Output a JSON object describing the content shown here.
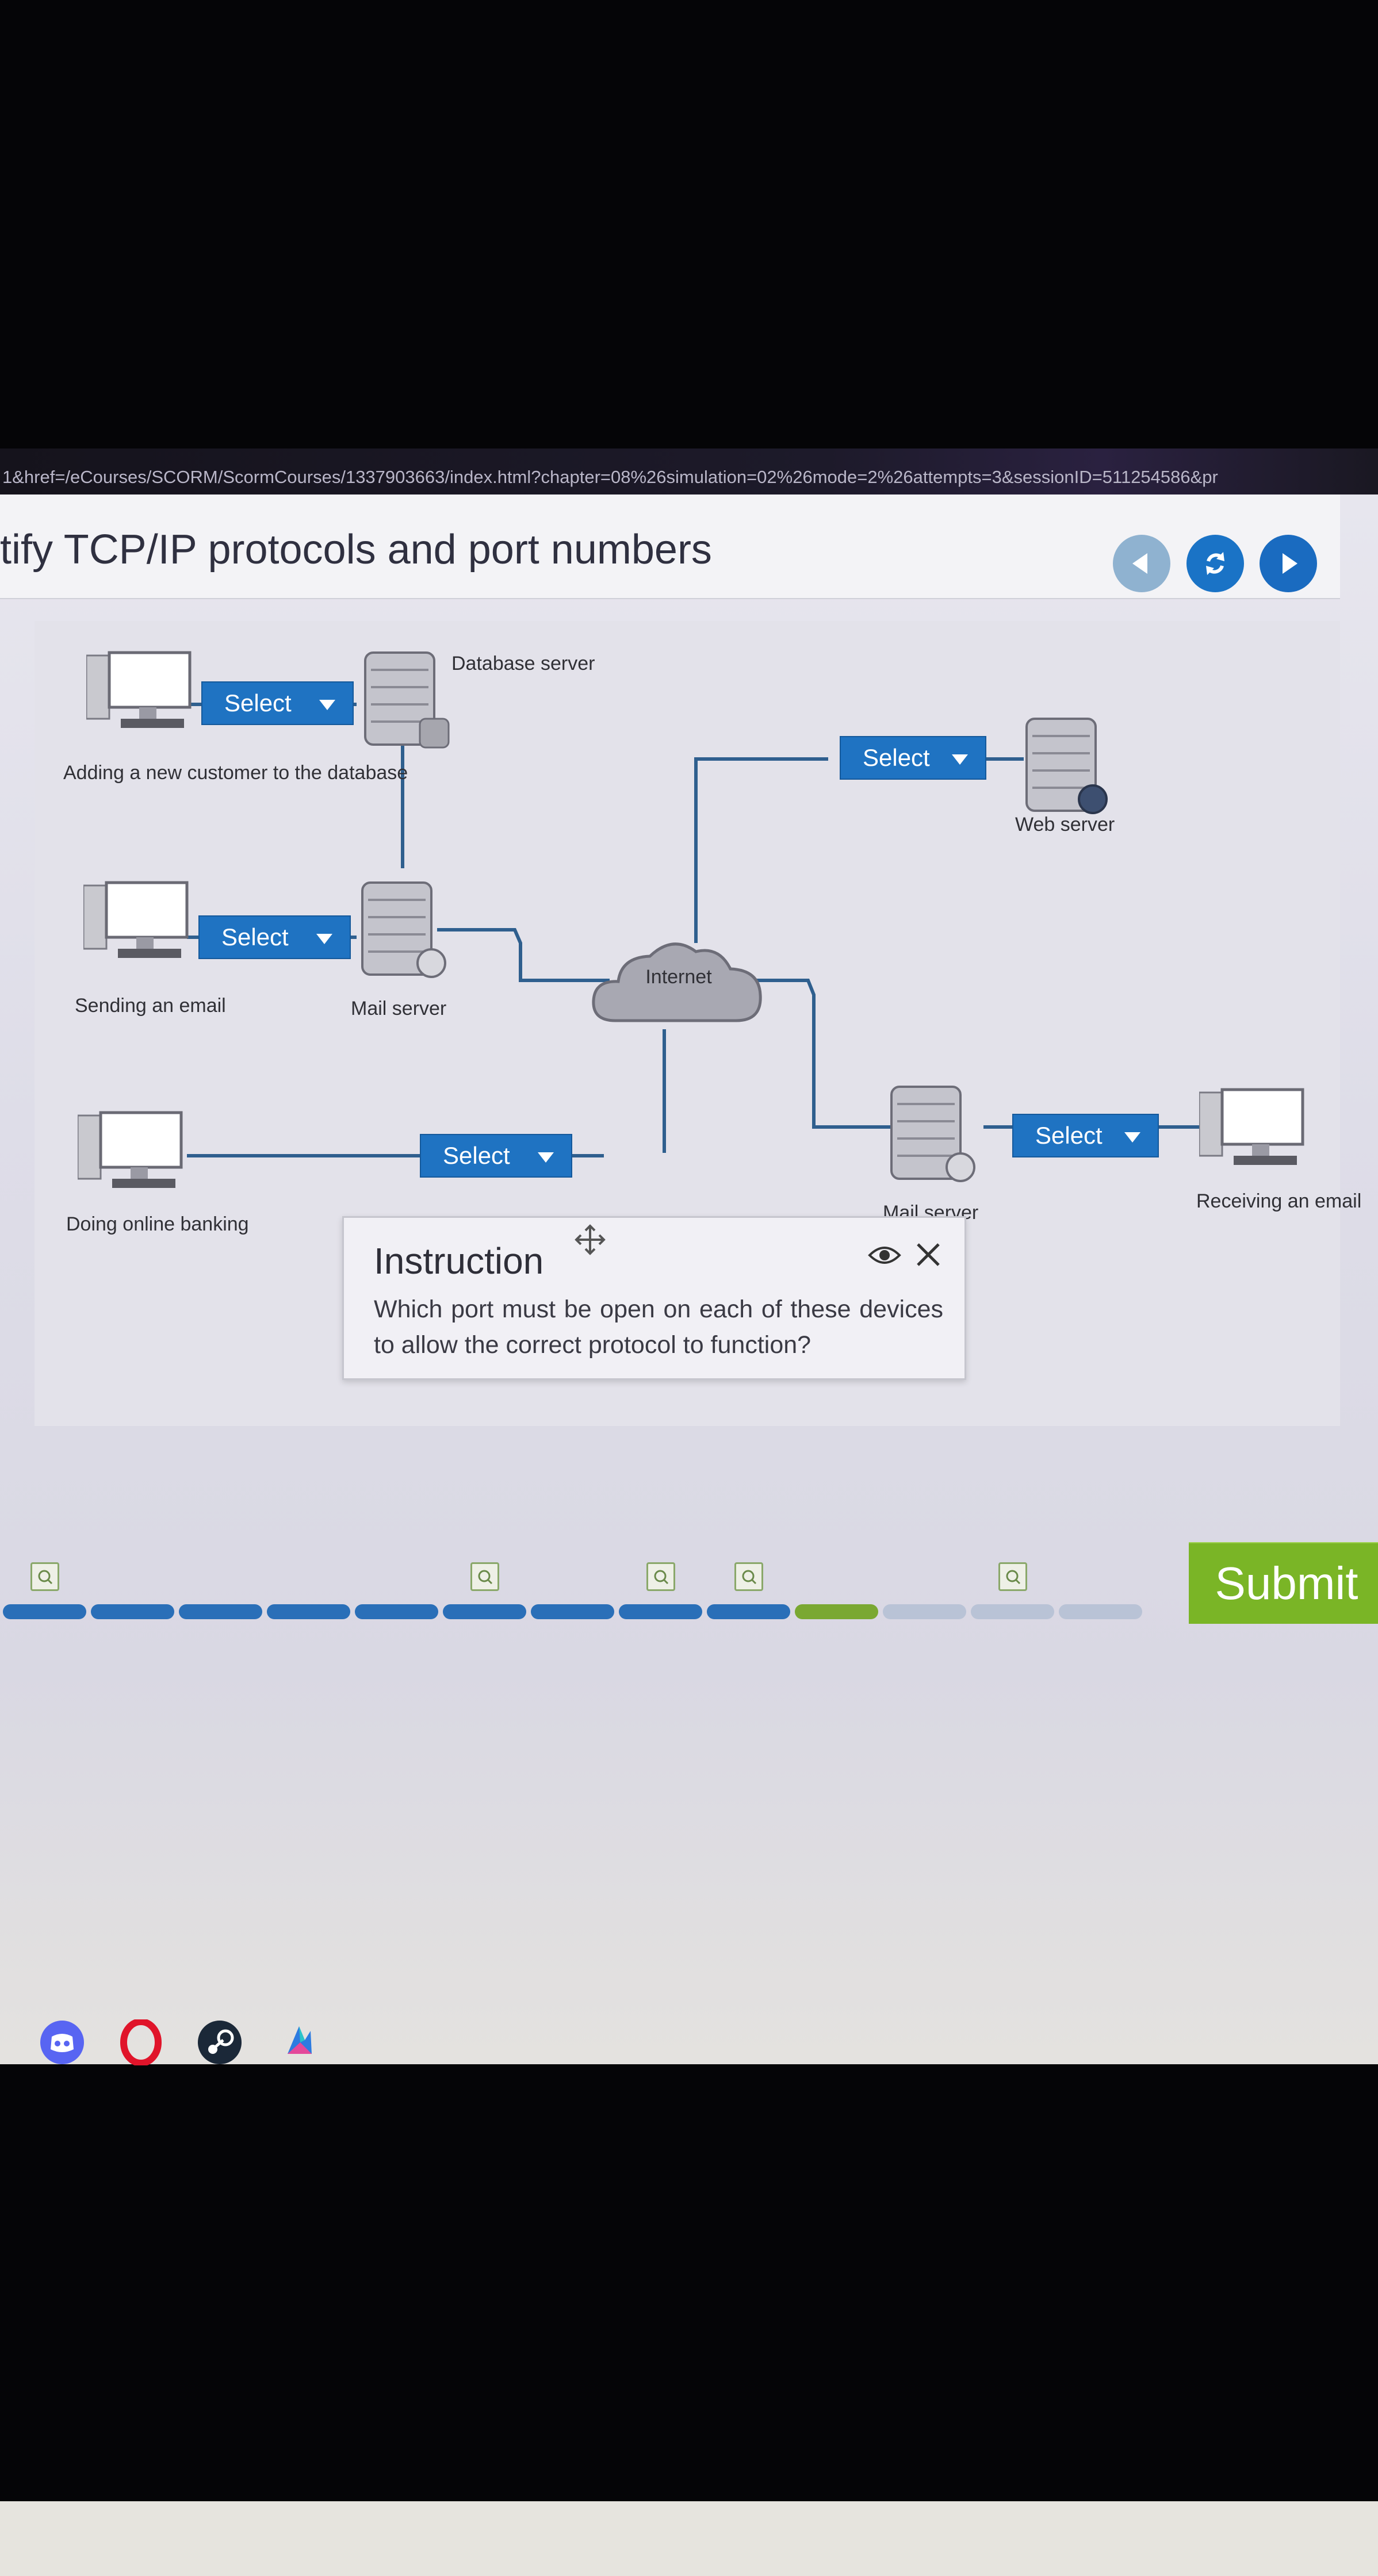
{
  "browser": {
    "url": "1&href=/eCourses/SCORM/ScormCourses/1337903663/index.html?chapter=08%26simulation=02%26mode=2%26attempts=3&sessionID=511254586&pr"
  },
  "header": {
    "title": "tify TCP/IP protocols and port numbers"
  },
  "diagram": {
    "select_label": "Select",
    "devices": {
      "pc_database": "Adding a new customer to the database",
      "database_server": "Database server",
      "pc_email_send": "Sending an email",
      "mail_server_left": "Mail server",
      "internet": "Internet",
      "web_server": "Web server",
      "pc_banking": "Doing online banking",
      "mail_server_right": "Mail server",
      "pc_email_receive": "Receiving an email"
    }
  },
  "instruction": {
    "title": "Instruction",
    "text": "Which port must be open on each of these devices to allow the correct protocol to function?"
  },
  "progress": {
    "segments_total": 13,
    "segments_completed": 9,
    "current_segment": 10,
    "question_markers": [
      1,
      6,
      8,
      9,
      12
    ]
  },
  "footer": {
    "submit_label": "Submit"
  },
  "taskbar": {
    "apps": [
      "discord-icon",
      "opera-icon",
      "steam-icon",
      "copilot-icon"
    ]
  },
  "colors": {
    "accent_blue": "#1f73c2",
    "submit_green": "#7ab526",
    "progress_done": "#2a6fb8",
    "progress_current": "#7aa832",
    "progress_pending": "#b9c3d6"
  }
}
